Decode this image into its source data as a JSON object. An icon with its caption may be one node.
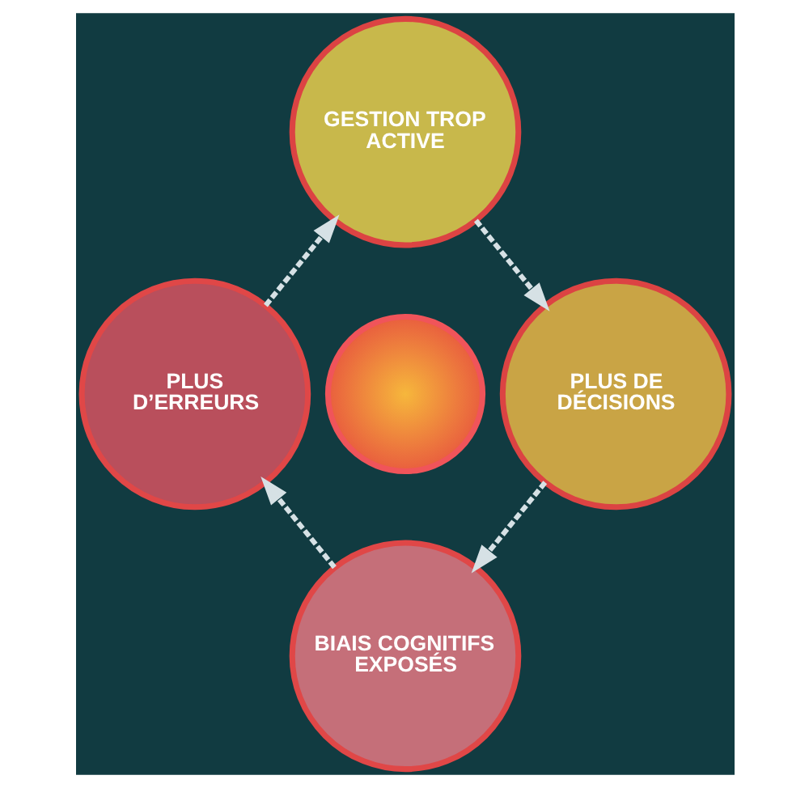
{
  "diagram": {
    "nodes": [
      {
        "text": [
          "GESTION TROP ACTIVE"
        ]
      },
      {
        "text": [
          "PLUS D’ERREURS"
        ]
      },
      {
        "text": [],
        "shape": "picture"
      },
      {
        "text": [
          "PLUS DE DÉCISIONS"
        ]
      },
      {
        "text": [
          "BIAIS COGNITIFS EXPOSÉS"
        ]
      }
    ],
    "edges": [
      {
        "from": 0,
        "to": 3,
        "arrow": "to",
        "style": "dashed"
      },
      {
        "from": 3,
        "to": 4,
        "arrow": "to",
        "style": "dashed"
      },
      {
        "from": 4,
        "to": 1,
        "arrow": "to",
        "style": "dashed"
      },
      {
        "from": 1,
        "to": 0,
        "arrow": "to",
        "style": "dashed"
      }
    ]
  }
}
